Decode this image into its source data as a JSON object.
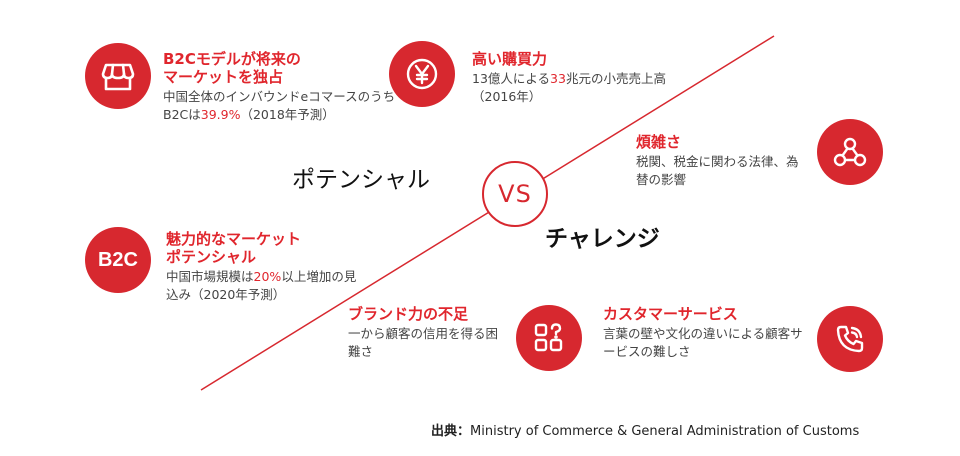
{
  "potential_label": "ポテンシャル",
  "challenge_label": "チャレンジ",
  "vs_label": "VS",
  "items": {
    "b2c_future": {
      "title_line1": "B2Cモデルが将来の",
      "title_line2": "マーケットを独占",
      "desc_line1": "中国全体のインバウンドeコマースのうち",
      "desc_pre": "B2Cは",
      "desc_highlight": "39.9%",
      "desc_post": "（2018年予測）"
    },
    "purchasing_power": {
      "title": "高い購買力",
      "desc_pre": "13億人による",
      "desc_highlight": "33",
      "desc_post": "兆元の小売売上高",
      "desc_line2": "（2016年）"
    },
    "complexity": {
      "title": "煩雑さ",
      "desc_line1": "税関、税金に関わる法律、為",
      "desc_line2": "替の影響"
    },
    "b2c_market": {
      "icon_text": "B2C",
      "title_line1": "魅力的なマーケット",
      "title_line2": "ポテンシャル",
      "desc_pre": "中国市場規模は",
      "desc_highlight": "20%",
      "desc_post": "以上増加の見",
      "desc_line2": "込み（2020年予測）"
    },
    "brand_power": {
      "title": "ブランド力の不足",
      "desc_line1": "一から顧客の信用を得る困",
      "desc_line2": "難さ"
    },
    "customer_service": {
      "title": "カスタマーサービス",
      "desc_line1": "言葉の壁や文化の違いによる顧客サ",
      "desc_line2": "ービスの難しさ"
    }
  },
  "source": {
    "label": "出典：",
    "text": "Ministry of Commerce & General Administration of Customs"
  },
  "colors": {
    "accent": "#d7282f",
    "accent_text": "#e0262d"
  },
  "icons": {
    "b2c_future": "shop-icon",
    "purchasing_power": "yen-icon",
    "complexity": "network-icon",
    "b2c_market": "b2c-icon",
    "brand_power": "apps-question-icon",
    "customer_service": "phone-icon"
  }
}
